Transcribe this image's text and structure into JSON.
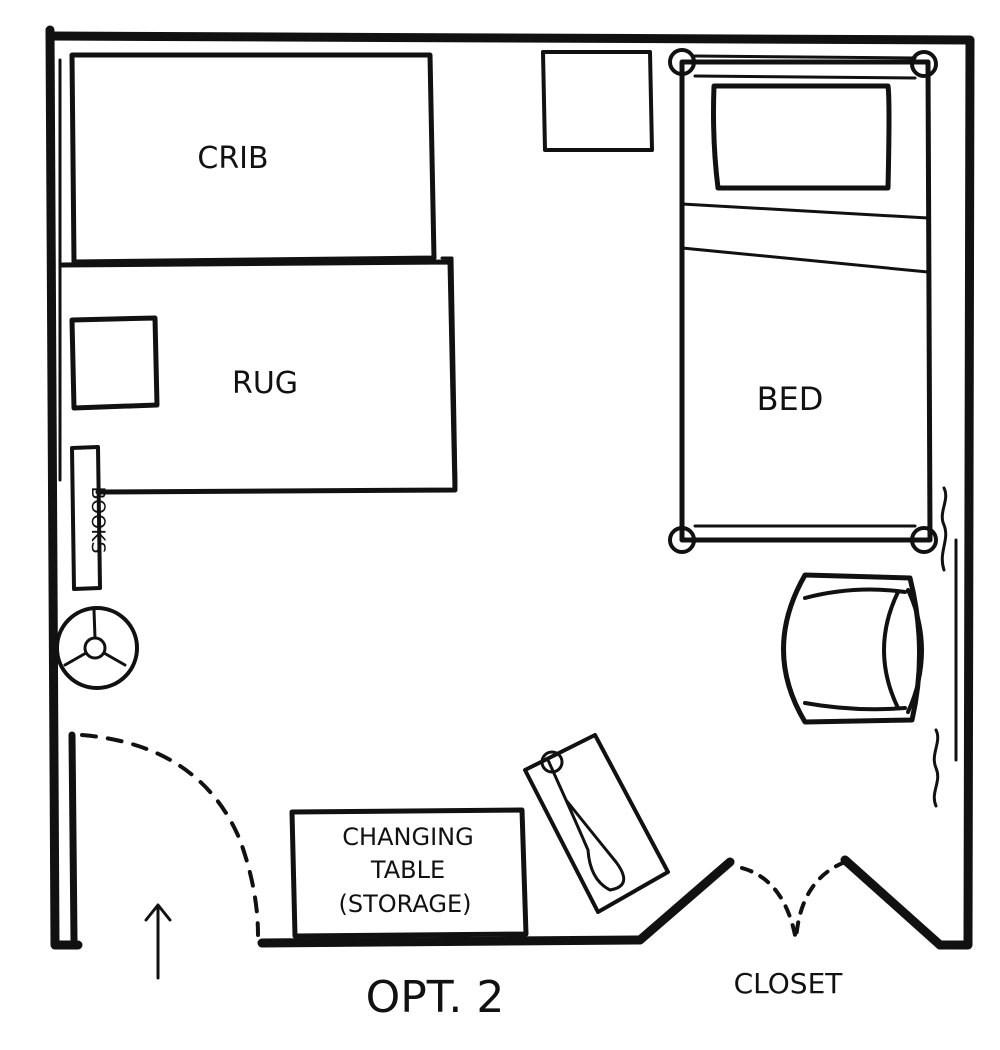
{
  "labels": {
    "crib": "CRIB",
    "rug": "RUG",
    "bed": "BED",
    "books": "BOOKS",
    "changing_table_line1": "CHANGING",
    "changing_table_line2": "TABLE",
    "changing_table_line3": "(STORAGE)",
    "closet": "CLOSET",
    "option": "OPT. 2"
  },
  "colors": {
    "ink": "#111111",
    "paper": "#ffffff"
  }
}
